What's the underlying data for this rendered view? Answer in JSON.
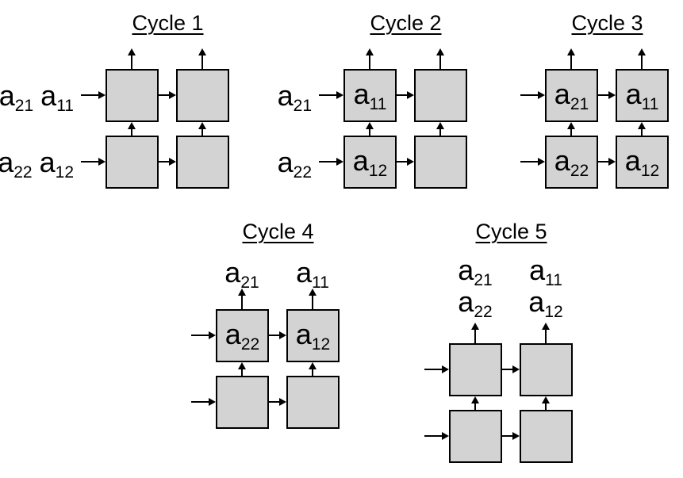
{
  "colors": {
    "box_fill": "#d3d3d3",
    "line": "#000000",
    "background": "#ffffff"
  },
  "cycles": [
    {
      "title": "Cycle 1",
      "left_labels": {
        "row1": [
          {
            "base": "a",
            "sub": "21"
          },
          {
            "base": "a",
            "sub": "11"
          }
        ],
        "row2": [
          {
            "base": "a",
            "sub": "22"
          },
          {
            "base": "a",
            "sub": "12"
          }
        ]
      },
      "cells": {
        "tl": null,
        "tr": null,
        "bl": null,
        "br": null
      }
    },
    {
      "title": "Cycle 2",
      "left_labels": {
        "row1": [
          {
            "base": "a",
            "sub": "21"
          }
        ],
        "row2": [
          {
            "base": "a",
            "sub": "22"
          }
        ]
      },
      "cells": {
        "tl": {
          "base": "a",
          "sub": "11"
        },
        "tr": null,
        "bl": {
          "base": "a",
          "sub": "12"
        },
        "br": null
      }
    },
    {
      "title": "Cycle 3",
      "cells": {
        "tl": {
          "base": "a",
          "sub": "21"
        },
        "tr": {
          "base": "a",
          "sub": "11"
        },
        "bl": {
          "base": "a",
          "sub": "22"
        },
        "br": {
          "base": "a",
          "sub": "12"
        }
      }
    },
    {
      "title": "Cycle 4",
      "top_labels": {
        "row1": [
          {
            "base": "a",
            "sub": "21"
          },
          {
            "base": "a",
            "sub": "11"
          }
        ]
      },
      "cells": {
        "tl": {
          "base": "a",
          "sub": "22"
        },
        "tr": {
          "base": "a",
          "sub": "12"
        },
        "bl": null,
        "br": null
      }
    },
    {
      "title": "Cycle 5",
      "top_labels": {
        "row1": [
          {
            "base": "a",
            "sub": "21"
          },
          {
            "base": "a",
            "sub": "11"
          }
        ],
        "row2": [
          {
            "base": "a",
            "sub": "22"
          },
          {
            "base": "a",
            "sub": "12"
          }
        ]
      },
      "cells": {
        "tl": null,
        "tr": null,
        "bl": null,
        "br": null
      }
    }
  ]
}
